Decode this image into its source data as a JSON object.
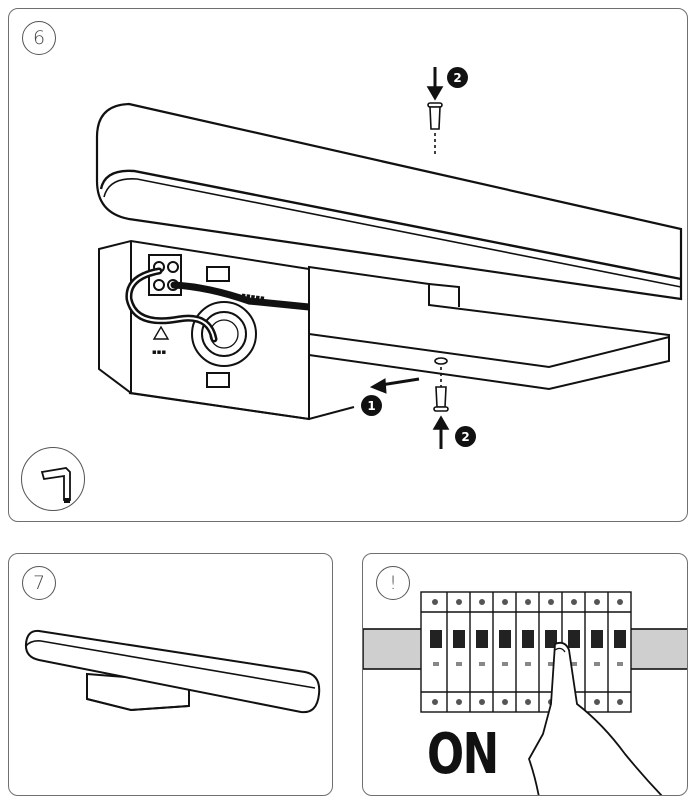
{
  "panels": {
    "step6": {
      "number": "6",
      "badges": {
        "detach": "1",
        "screw_top": "2",
        "screw_bottom": "2"
      },
      "tool_icon": "allen-key-icon"
    },
    "step7": {
      "number": "7"
    },
    "warning": {
      "number": "!",
      "label": "ON"
    }
  },
  "colors": {
    "line": "#111111",
    "panel_border": "#6f6f6f",
    "rail": "#cfcfcf",
    "breaker_body": "#dcdcdc"
  }
}
